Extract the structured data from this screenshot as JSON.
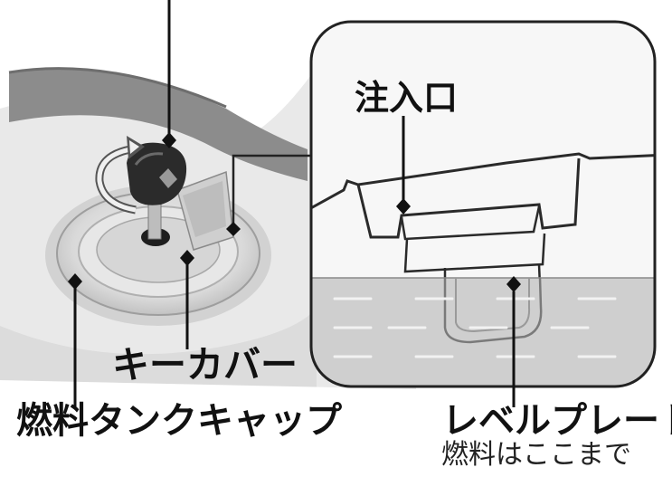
{
  "labels": {
    "key_cover": "キーカバー",
    "fuel_tank_cap": "燃料タンクキャップ",
    "filler_inlet": "注入口",
    "level_plate": "レベルプレート",
    "level_plate_note": "燃料はここまで"
  },
  "colors": {
    "fuel": "#cfcfcf",
    "tank_body": "#e8e8e8",
    "key_head": "#2b2b2b",
    "leader_line": "#111111"
  }
}
